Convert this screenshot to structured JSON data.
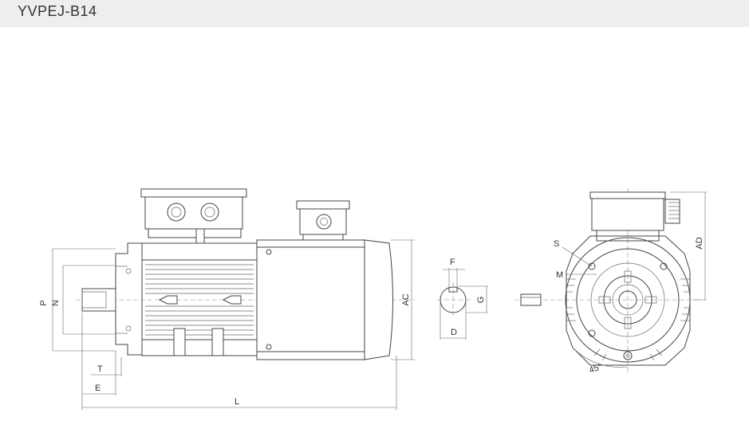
{
  "header": {
    "title": "YVPEJ-B14"
  },
  "dimension_labels": {
    "P": "P",
    "N": "N",
    "T": "T",
    "E": "E",
    "L": "L",
    "AC": "AC",
    "F": "F",
    "G": "G",
    "D": "D",
    "S": "S",
    "M": "M",
    "AD": "AD",
    "angle": "45°"
  },
  "colors": {
    "title_bar": "#eeeeee",
    "line": "#444444",
    "background": "#ffffff"
  }
}
